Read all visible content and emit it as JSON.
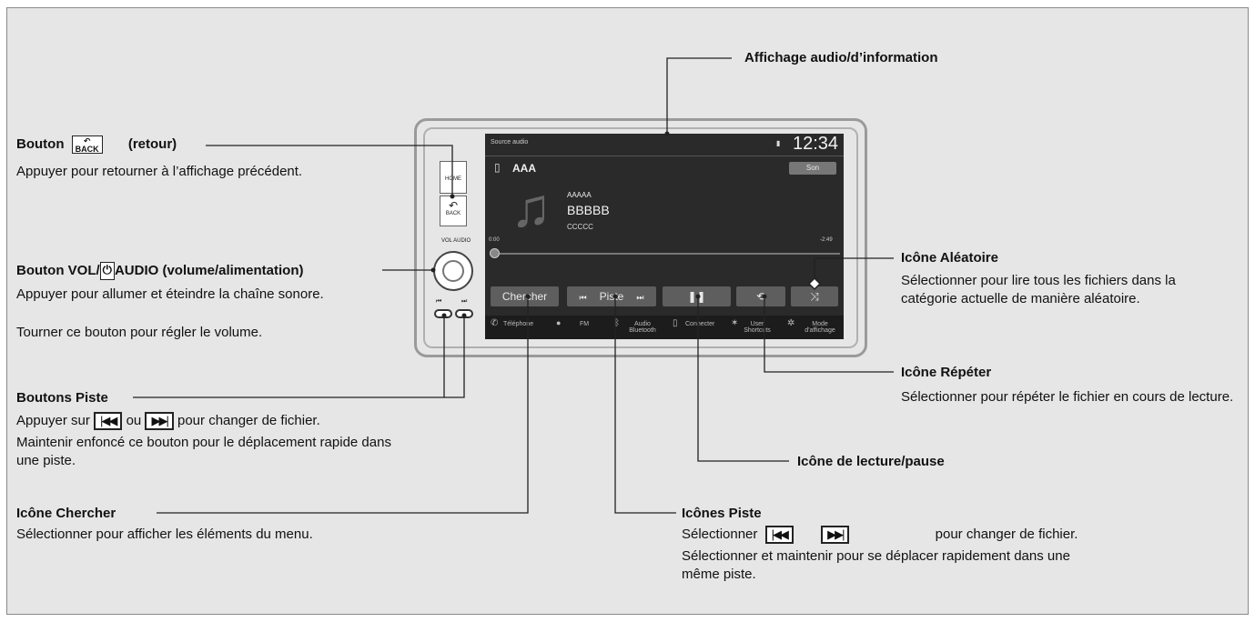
{
  "labels": {
    "display": "Affichage audio/d’information",
    "back_title": "Bouton",
    "back_icon_text": "BACK",
    "back_suffix": "(retour)",
    "back_desc": "Appuyer pour retourner à l’affichage précédent.",
    "vol_title_a": "Bouton VOL/",
    "vol_title_b": "AUDIO (volume/alimentation)",
    "vol_desc1": "Appuyer pour allumer et éteindre la chaîne sonore.",
    "vol_desc2": "Tourner ce bouton pour régler le volume.",
    "tracks_title": "Boutons Piste",
    "tracks_desc1_a": "Appuyer sur",
    "tracks_desc1_b": "ou",
    "tracks_desc1_c": "pour changer de fichier.",
    "tracks_desc2": "Maintenir enfoncé ce bouton pour le déplacement rapide dans une piste.",
    "search_title": "Icône Chercher",
    "search_desc": "Sélectionner pour afficher les éléments du menu.",
    "shuffle_title": "Icône Aléatoire",
    "shuffle_desc": "Sélectionner pour lire tous les fichiers dans la catégorie actuelle de manière aléatoire.",
    "repeat_title": "Icône Répéter",
    "repeat_desc": "Sélectionner pour répéter le fichier en cours de lecture.",
    "play_title": "Icône de lecture/pause",
    "trackicons_title": "Icônes Piste",
    "trackicons_desc1_a": "Sélectionner",
    "trackicons_desc1_b": "pour changer de fichier.",
    "trackicons_desc2": "Sélectionner et maintenir pour se déplacer rapidement dans une même piste."
  },
  "device": {
    "home_label": "HOME",
    "back_label": "BACK",
    "vol_label": "VOL AUDIO",
    "screen": {
      "source": "Source audio",
      "clock": "12:34",
      "device_name": "AAA",
      "sound_button": "Son",
      "line1": "AAAAA",
      "line2": "BBBBB",
      "line3": "CCCCC",
      "time_elapsed": "0:00",
      "time_remaining": "-2:49",
      "progress": 0.0,
      "search_button": "Chercher",
      "track_button": "Piste",
      "status": [
        "Téléphone",
        "FM",
        "Audio Bluetooth",
        "Connecter",
        "User Shortcuts",
        "Mode d'affichage"
      ]
    }
  },
  "icons": [
    "back-icon",
    "power-icon",
    "skip-back-icon",
    "skip-forward-icon",
    "music-note-icon",
    "play-pause-icon",
    "repeat-icon",
    "shuffle-icon",
    "phone-icon",
    "bluetooth-icon"
  ]
}
